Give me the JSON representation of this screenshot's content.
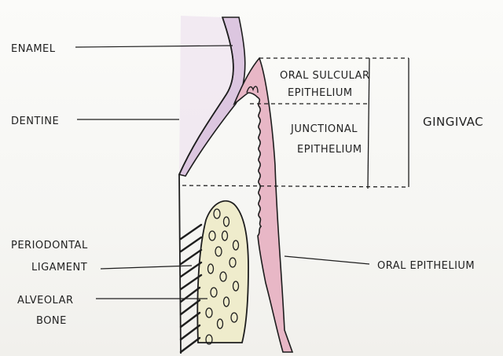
{
  "labels": {
    "enamel": "ENAMEL",
    "dentine": "DENTINE",
    "pdl_line1": "PERIODONTAL",
    "pdl_line2": "LIGAMENT",
    "bone_line1": "ALVEOLAR",
    "bone_line2": "BONE",
    "ose_line1": "ORAL SULCULAR",
    "ose_line2": "EPITHELIUM",
    "je_line1": "JUNCTIONAL",
    "je_line2": "EPITHELIUM",
    "gingiva": "GINGIVAC",
    "oral_epi": "ORAL EPITHELIUM"
  },
  "colors": {
    "ink": "#1e1e1e",
    "tissue_pink": "#e8b7c6",
    "enamel_lilac": "#dcc6e0",
    "bone_fill": "#efeccc",
    "sheet": "#f6f6f3"
  }
}
